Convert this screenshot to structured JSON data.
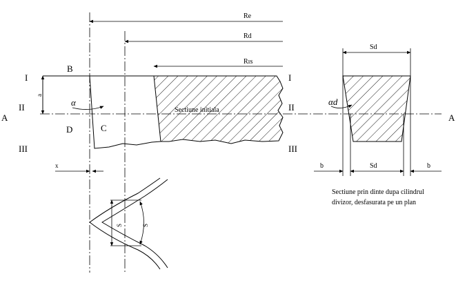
{
  "labels": {
    "Re": "Re",
    "Rd": "Rd",
    "Rb": "Rıs",
    "B": "B",
    "C": "C",
    "D": "D",
    "A_left": "A",
    "A_right": "A",
    "I_left": "I",
    "II_left": "II",
    "III_left": "III",
    "I_mid": "I",
    "II_mid": "II",
    "III_mid": "III",
    "a": "a",
    "alpha": "α",
    "alpha_d": "αd",
    "x": "x",
    "section_initial": "Sectiune initiala",
    "Sd_top": "Sd",
    "Sd_bottom": "Sd",
    "b_left": "b",
    "b_right": "b",
    "S_inner": "S",
    "S_outer": "S",
    "caption_line1": "Sectiune prin dinte dupa cilindrul",
    "caption_line2": "divizor, desfasurata pe un plan"
  }
}
